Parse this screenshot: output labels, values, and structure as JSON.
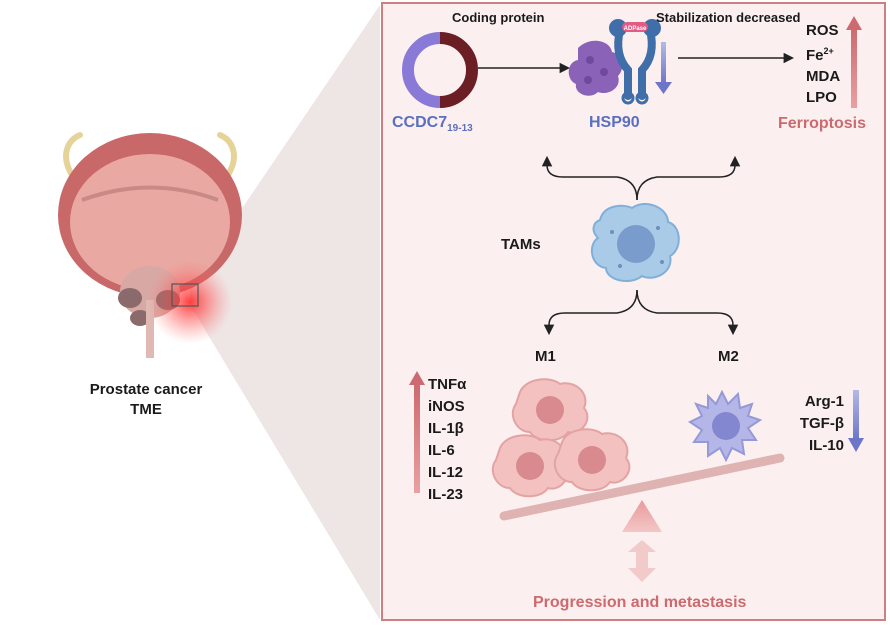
{
  "colors": {
    "panel_border": "#cf7f7f",
    "panel_fill": "#fbf0ef",
    "accent_blue": "#5b6fbf",
    "accent_red": "#cc6a6f",
    "arrow_dark": "#222222"
  },
  "icons": [
    "ring-icon",
    "protein-icon",
    "receptor-icon",
    "macrophage-icon",
    "m1-cell-icon",
    "m2-cell-icon",
    "prostate-icon",
    "balance-beam-icon",
    "fulcrum-icon"
  ],
  "labels": {
    "coding_protein": "Coding protein",
    "stabilization": "Stabilization decreased",
    "ccdc7_main": "CCDC7",
    "ccdc7_sub": "19-13",
    "hsp90": "HSP90",
    "ferroptosis": "Ferroptosis",
    "tams": "TAMs",
    "m1": "M1",
    "m2": "M2",
    "prostate_line1": "Prostate cancer",
    "prostate_line2": "TME",
    "progression": "Progression and metastasis",
    "receptor_tag": "ADPase"
  },
  "ferroptosis_markers": {
    "ros": "ROS",
    "fe": "Fe",
    "fe_sup": "2+",
    "mda": "MDA",
    "lpo": "LPO"
  },
  "m1_markers": [
    "TNFα",
    "iNOS",
    "IL-1β",
    "IL-6",
    "IL-12",
    "IL-23"
  ],
  "m2_markers": [
    "Arg-1",
    "TGF-β",
    "IL-10"
  ]
}
